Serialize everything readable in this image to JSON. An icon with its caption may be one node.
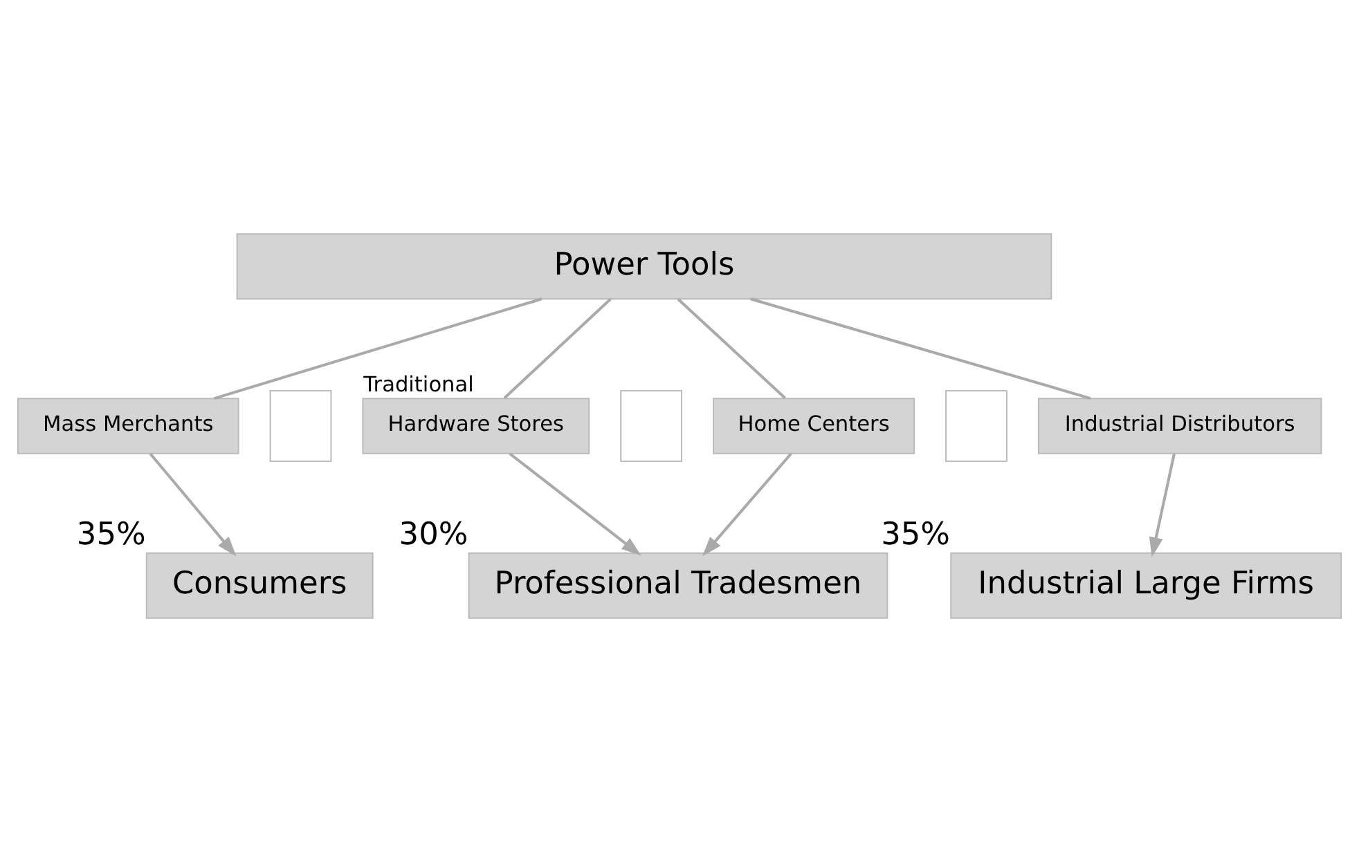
{
  "diagram": {
    "nodes": [
      {
        "text": [
          "Power Tools"
        ]
      },
      {
        "text": [
          "Mass Merchants"
        ]
      },
      {
        "text": [],
        "shape": "box"
      },
      {
        "text": [
          "Hardware Stores"
        ],
        "beside": [
          "Traditional"
        ]
      },
      {
        "text": [],
        "shape": "box"
      },
      {
        "text": [
          "Home Centers"
        ]
      },
      {
        "text": [],
        "shape": "box"
      },
      {
        "text": [
          "Industrial Distributors"
        ]
      },
      {
        "text": [
          "Consumers"
        ],
        "beside": [
          "35%"
        ]
      },
      {
        "text": [
          "Professional Tradesmen"
        ],
        "beside": [
          "30%"
        ]
      },
      {
        "text": [
          "Industrial Large Firms"
        ],
        "beside": [
          "35%"
        ]
      }
    ],
    "edges": [
      {
        "from": 0,
        "to": 1,
        "arrow": "none"
      },
      {
        "from": 0,
        "to": 3,
        "arrow": "none"
      },
      {
        "from": 0,
        "to": 5,
        "arrow": "none"
      },
      {
        "from": 0,
        "to": 7,
        "arrow": "none"
      },
      {
        "from": 1,
        "to": 8,
        "arrow": "to"
      },
      {
        "from": 3,
        "to": 9,
        "arrow": "to"
      },
      {
        "from": 5,
        "to": 9,
        "arrow": "to"
      },
      {
        "from": 7,
        "to": 10,
        "arrow": "to"
      }
    ]
  }
}
